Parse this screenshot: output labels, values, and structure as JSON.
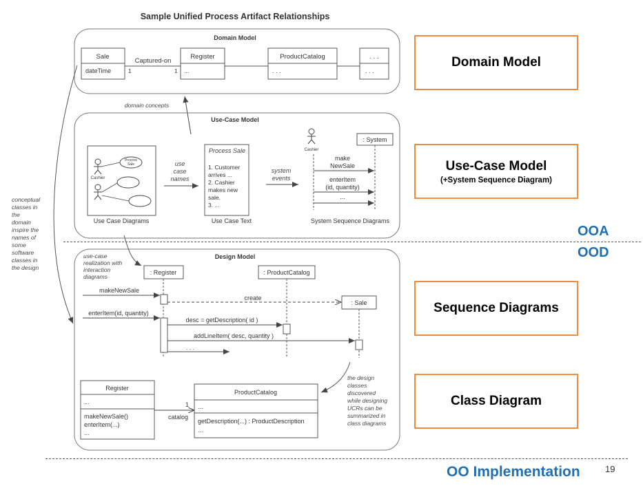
{
  "title": "Sample Unified Process Artifact Relationships",
  "domain_model": {
    "heading": "Domain Model",
    "sale": {
      "name": "Sale",
      "attr": "dateTime"
    },
    "association": {
      "label": "Captured-on",
      "left_mult": "1",
      "right_mult": "1"
    },
    "register": {
      "name": "Register",
      "attr": "..."
    },
    "product_catalog": {
      "name": "ProductCatalog",
      "attr": ". . ."
    },
    "more": {
      "name": ". . .",
      "attr": ". . ."
    }
  },
  "domain_concepts_label": "domain concepts",
  "use_case_model": {
    "heading": "Use-Case Model",
    "process_sale_bubble": [
      "Process",
      "Sale"
    ],
    "cashier_actor": "Cashier",
    "diagrams_caption": "Use Case Diagrams",
    "use_case_names_label": [
      "use",
      "case",
      "names"
    ],
    "text_title": "Process Sale",
    "text_lines": [
      "1. Customer",
      "arrives ...",
      "2. Cashier",
      "makes new",
      "sale.",
      "3. ..."
    ],
    "text_caption": "Use Case Text",
    "system_events_label": [
      "system",
      "events"
    ],
    "ssd_cashier": "Cashier",
    "ssd_system": ": System",
    "ssd_msg1": [
      "make",
      "NewSale"
    ],
    "ssd_msg2": [
      "enterItem",
      "(id, quantity)"
    ],
    "ssd_more": "...",
    "ssd_caption": "System Sequence Diagrams"
  },
  "conceptual_note": [
    "conceptual",
    "classes in",
    "the",
    "domain",
    "inspire the",
    "names of",
    "some",
    "software",
    "classes in",
    "the design"
  ],
  "design_model": {
    "heading": "Design Model",
    "ucr_note": [
      "use-case",
      "realization with",
      "interaction",
      "diagrams"
    ],
    "register_lifeline": ": Register",
    "catalog_lifeline": ": ProductCatalog",
    "sale_lifeline": ": Sale",
    "msg_make_new_sale": "makeNewSale",
    "msg_create": "create",
    "msg_enter_item": "enterItem(id, quantity)",
    "msg_get_desc": "desc = getDescription( id )",
    "msg_add_line": "addLineItem( desc, quantity )",
    "msg_more": ". . .",
    "design_note": [
      "the design",
      "classes",
      "discovered",
      "while designing",
      "UCRs can be",
      "summarized in",
      "class diagrams"
    ],
    "register_class": {
      "name": "Register",
      "attrs": "...",
      "ops": [
        "makeNewSale()",
        "enterItem(...)",
        "..."
      ]
    },
    "catalog_class": {
      "name": "ProductCatalog",
      "attrs": "...",
      "ops": [
        "getDescription(...) : ProductDescription",
        "..."
      ]
    },
    "assoc_mult": "1",
    "assoc_role": "catalog"
  },
  "side_labels": {
    "domain_model": "Domain Model",
    "use_case_model": "Use-Case Model",
    "use_case_model_sub": "(+System Sequence Diagram)",
    "sequence_diagrams": "Sequence Diagrams",
    "class_diagram": "Class Diagram"
  },
  "ooa": "OOA",
  "ood": "OOD",
  "oo_implementation": "OO Implementation",
  "page_number": "19",
  "colors": {
    "box_border": "#f08a3c",
    "label_blue": "#1f6fb5"
  }
}
